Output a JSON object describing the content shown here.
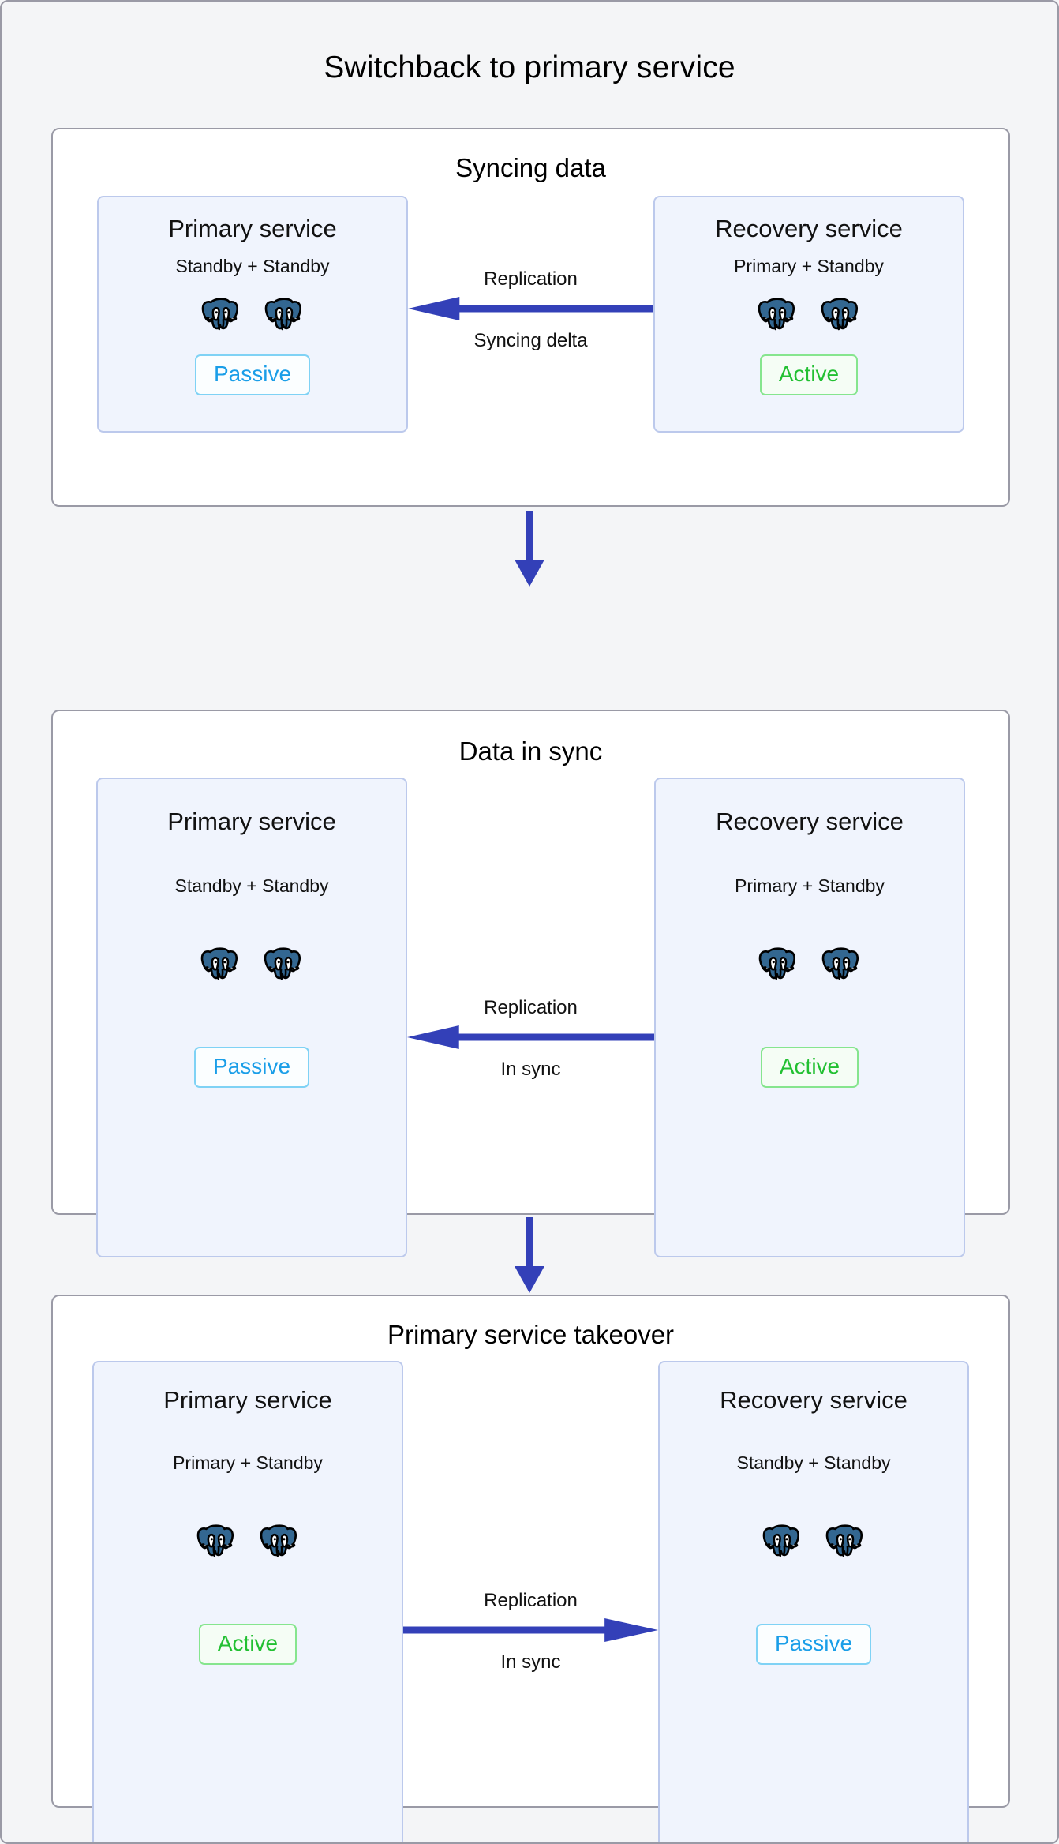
{
  "diagram": {
    "title": "Switchback to primary service",
    "accent_arrow_color": "#3340b8",
    "node_icon_color": "#336791",
    "active_color": "#22c032",
    "passive_color": "#1a9ee8",
    "panel_bg": "#ffffff",
    "page_bg": "#f4f5f7",
    "service_bg": "#f0f4fd"
  },
  "stages": [
    {
      "title": "Syncing data",
      "left": {
        "name": "Primary service",
        "roles": "Standby + Standby",
        "node_count": 2,
        "node_icon": "postgresql-elephant-icon",
        "status": "Passive",
        "status_kind": "passive"
      },
      "replication": {
        "label": "Replication",
        "sublabel": "Syncing delta",
        "direction": "left",
        "arrow_icon": "arrow-left-icon"
      },
      "right": {
        "name": "Recovery service",
        "roles": "Primary + Standby",
        "node_count": 2,
        "node_icon": "postgresql-elephant-icon",
        "status": "Active",
        "status_kind": "active"
      }
    },
    {
      "title": "Data in sync",
      "left": {
        "name": "Primary service",
        "roles": "Standby + Standby",
        "node_count": 2,
        "node_icon": "postgresql-elephant-icon",
        "status": "Passive",
        "status_kind": "passive"
      },
      "replication": {
        "label": "Replication",
        "sublabel": "In sync",
        "direction": "left",
        "arrow_icon": "arrow-left-icon"
      },
      "right": {
        "name": "Recovery service",
        "roles": "Primary + Standby",
        "node_count": 2,
        "node_icon": "postgresql-elephant-icon",
        "status": "Active",
        "status_kind": "active"
      }
    },
    {
      "title": "Primary service takeover",
      "left": {
        "name": "Primary service",
        "roles": "Primary + Standby",
        "node_count": 2,
        "node_icon": "postgresql-elephant-icon",
        "status": "Active",
        "status_kind": "active"
      },
      "replication": {
        "label": "Replication",
        "sublabel": "In sync",
        "direction": "right",
        "arrow_icon": "arrow-right-icon"
      },
      "right": {
        "name": "Recovery service",
        "roles": "Standby + Standby",
        "node_count": 2,
        "node_icon": "postgresql-elephant-icon",
        "status": "Passive",
        "status_kind": "passive"
      }
    }
  ],
  "flow_connectors": [
    {
      "icon": "arrow-down-icon",
      "from_stage": 0,
      "to_stage": 1
    },
    {
      "icon": "arrow-down-icon",
      "from_stage": 1,
      "to_stage": 2
    }
  ]
}
